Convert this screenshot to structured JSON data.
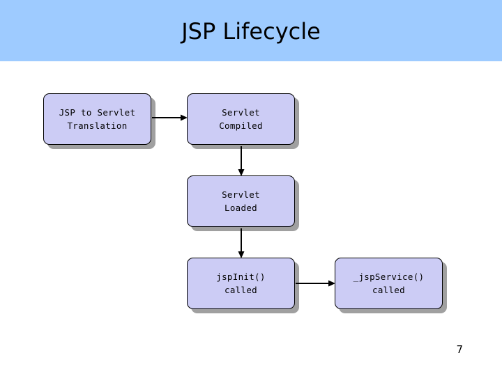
{
  "slide": {
    "title": "JSP Lifecycle",
    "page_number": "7",
    "header_color": "#9ecbff",
    "node_fill": "#ccccf5",
    "node_border": "#000000",
    "background": "#ffffff"
  },
  "diagram": {
    "type": "flowchart",
    "nodes": [
      {
        "id": "translation",
        "label": "JSP to Servlet\nTranslation"
      },
      {
        "id": "compiled",
        "label": "Servlet\nCompiled"
      },
      {
        "id": "loaded",
        "label": "Servlet\nLoaded"
      },
      {
        "id": "jspinit",
        "label": "jspInit()\ncalled"
      },
      {
        "id": "jspservice",
        "label": "_jspService()\ncalled"
      }
    ],
    "edges": [
      {
        "from": "translation",
        "to": "compiled",
        "direction": "right"
      },
      {
        "from": "compiled",
        "to": "loaded",
        "direction": "down"
      },
      {
        "from": "loaded",
        "to": "jspinit",
        "direction": "down"
      },
      {
        "from": "jspinit",
        "to": "jspservice",
        "direction": "right"
      }
    ]
  }
}
